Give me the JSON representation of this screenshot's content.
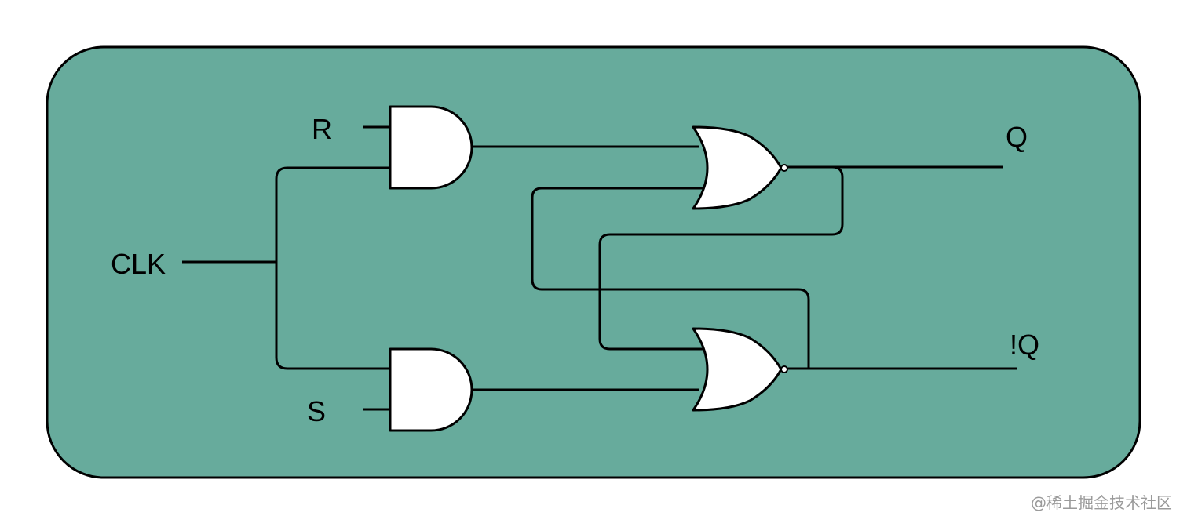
{
  "colors": {
    "panel_fill": "#67ab9c",
    "panel_stroke": "#000000",
    "wire": "#000000",
    "gate_fill": "#ffffff",
    "watermark": "#9a9a9a"
  },
  "labels": {
    "r": "R",
    "s": "S",
    "clk": "CLK",
    "q": "Q",
    "q_not": "!Q"
  },
  "gates": {
    "and_top": "and-gate",
    "and_bottom": "and-gate",
    "nor_top": "nor-gate",
    "nor_bottom": "nor-gate"
  },
  "watermark": {
    "text": "@稀土掘金技术社区"
  }
}
